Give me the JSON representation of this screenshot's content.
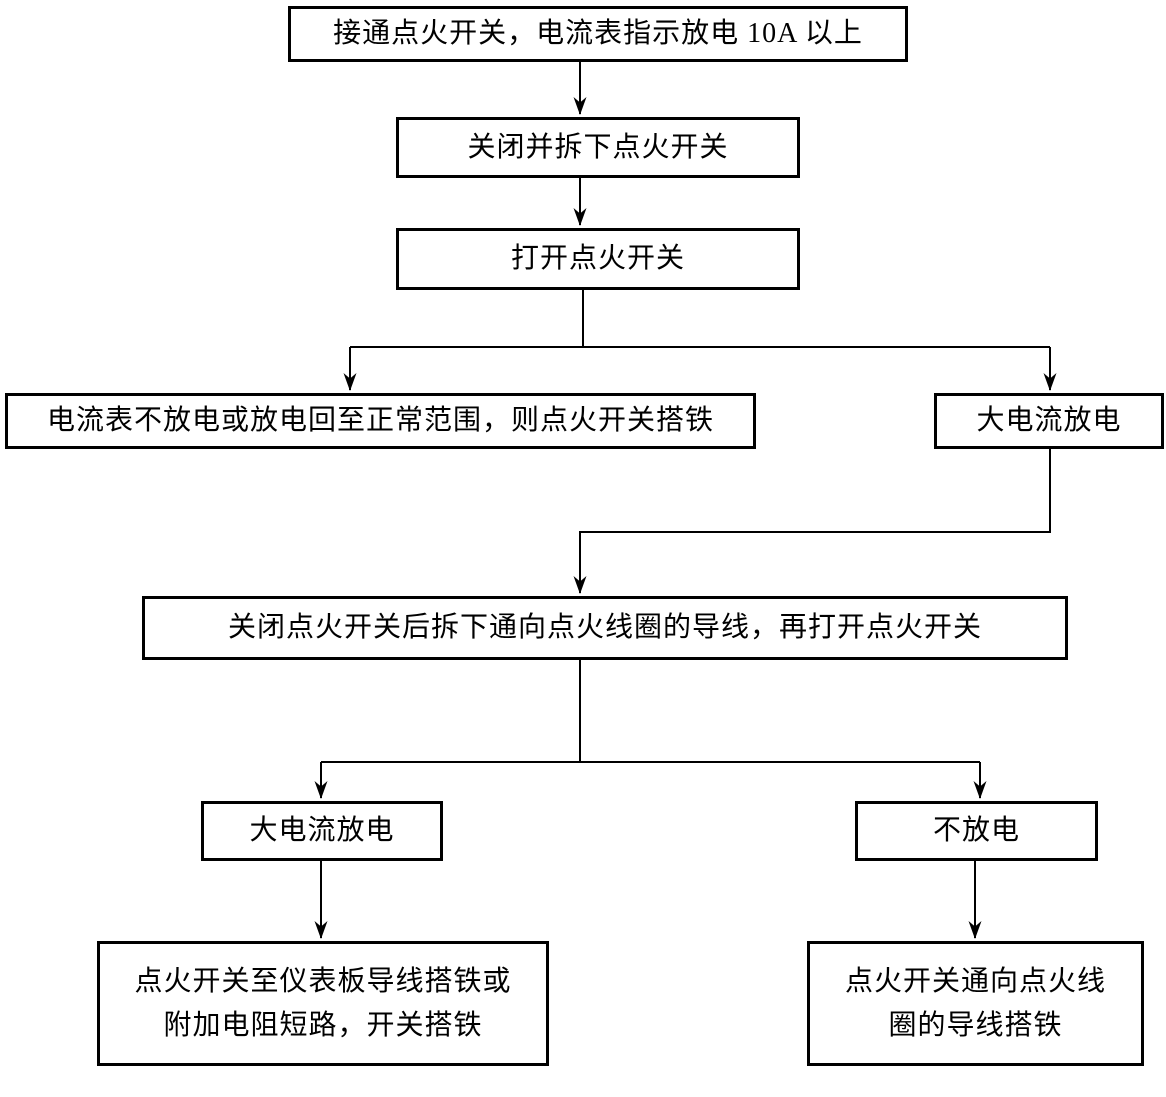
{
  "diagram": {
    "type": "flowchart",
    "boxes": [
      {
        "id": "start",
        "text": "接通点火开关，电流表指示放电 10A 以上"
      },
      {
        "id": "close-and-remove-switch",
        "text": "关闭并拆下点火开关"
      },
      {
        "id": "open-switch",
        "text": "打开点火开关"
      },
      {
        "id": "ammeter-normal",
        "text": "电流表不放电或放电回至正常范围，则点火开关搭铁"
      },
      {
        "id": "large-current-discharge-1",
        "text": "大电流放电"
      },
      {
        "id": "remove-coil-wire-and-reopen",
        "text": "关闭点火开关后拆下通向点火线圈的导线，再打开点火开关"
      },
      {
        "id": "large-current-discharge-2",
        "text": "大电流放电"
      },
      {
        "id": "no-discharge",
        "text": "不放电"
      },
      {
        "id": "conclusion-panel-wire-grounded",
        "text": "点火开关至仪表板导线搭铁或\n附加电阻短路，开关搭铁"
      },
      {
        "id": "conclusion-coil-wire-grounded",
        "text": "点火开关通向点火线\n圈的导线搭铁"
      }
    ],
    "colors": {
      "background": "#ffffff",
      "box_fill": "#ffffff",
      "box_border": "#000000",
      "connector_line": "#000000",
      "text": "#000000"
    }
  }
}
